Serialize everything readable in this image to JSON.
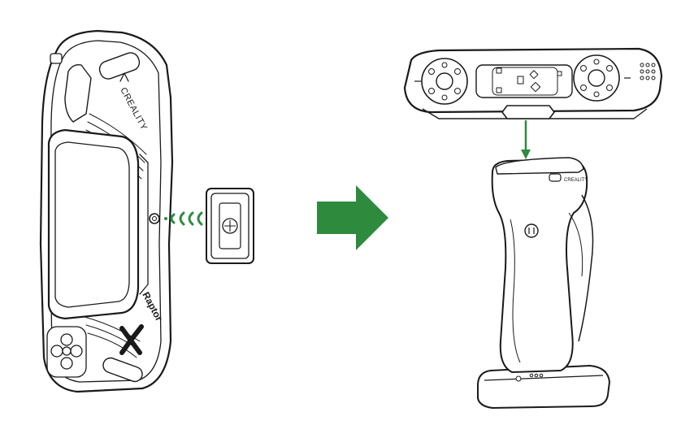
{
  "diagram": {
    "left_device": {
      "brand": "CREALITY",
      "model": "Raptor"
    },
    "handle": {
      "brand": "CREALITY"
    }
  },
  "colors": {
    "accent_green": "#2e8b3e",
    "stroke": "#1a1a1a",
    "screen_fill": "#ffffff",
    "body_fill": "#ffffff"
  }
}
